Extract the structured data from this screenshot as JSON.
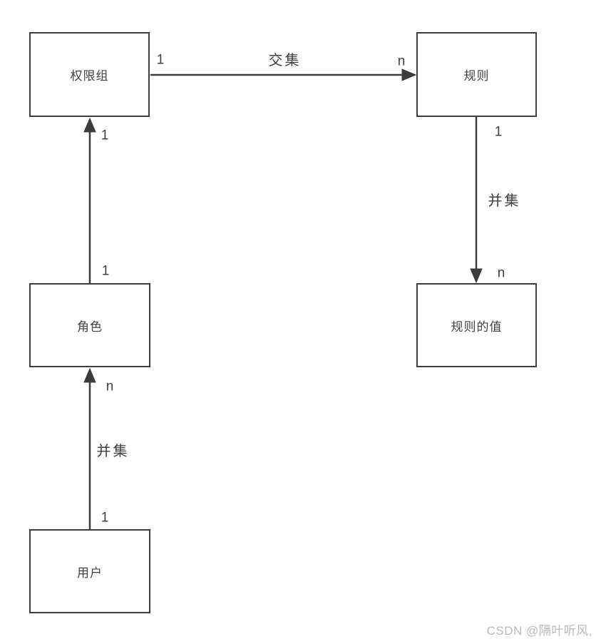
{
  "diagram": {
    "nodes": [
      {
        "id": "permission-group",
        "label": "权限组"
      },
      {
        "id": "rule",
        "label": "规则"
      },
      {
        "id": "role",
        "label": "角色"
      },
      {
        "id": "rule-value",
        "label": "规则的值"
      },
      {
        "id": "user",
        "label": "用户"
      }
    ],
    "edges": [
      {
        "id": "permission-group-to-rule",
        "from": "permission-group",
        "to": "rule",
        "label": "交集",
        "source_cardinality": "1",
        "target_cardinality": "n"
      },
      {
        "id": "role-to-permission-group",
        "from": "role",
        "to": "permission-group",
        "source_cardinality": "1",
        "target_cardinality": "1"
      },
      {
        "id": "rule-to-rule-value",
        "from": "rule",
        "to": "rule-value",
        "label": "并集",
        "source_cardinality": "1",
        "target_cardinality": "n"
      },
      {
        "id": "user-to-role",
        "from": "user",
        "to": "role",
        "label": "并集",
        "source_cardinality": "1",
        "target_cardinality": "n"
      }
    ],
    "colors": {
      "stroke": "#3c3c3c",
      "node_text": "#414141",
      "label_text": "#3f3f3f"
    }
  },
  "watermark": {
    "text": "CSDN @隔叶听风,",
    "color": "#b9b9b9"
  }
}
